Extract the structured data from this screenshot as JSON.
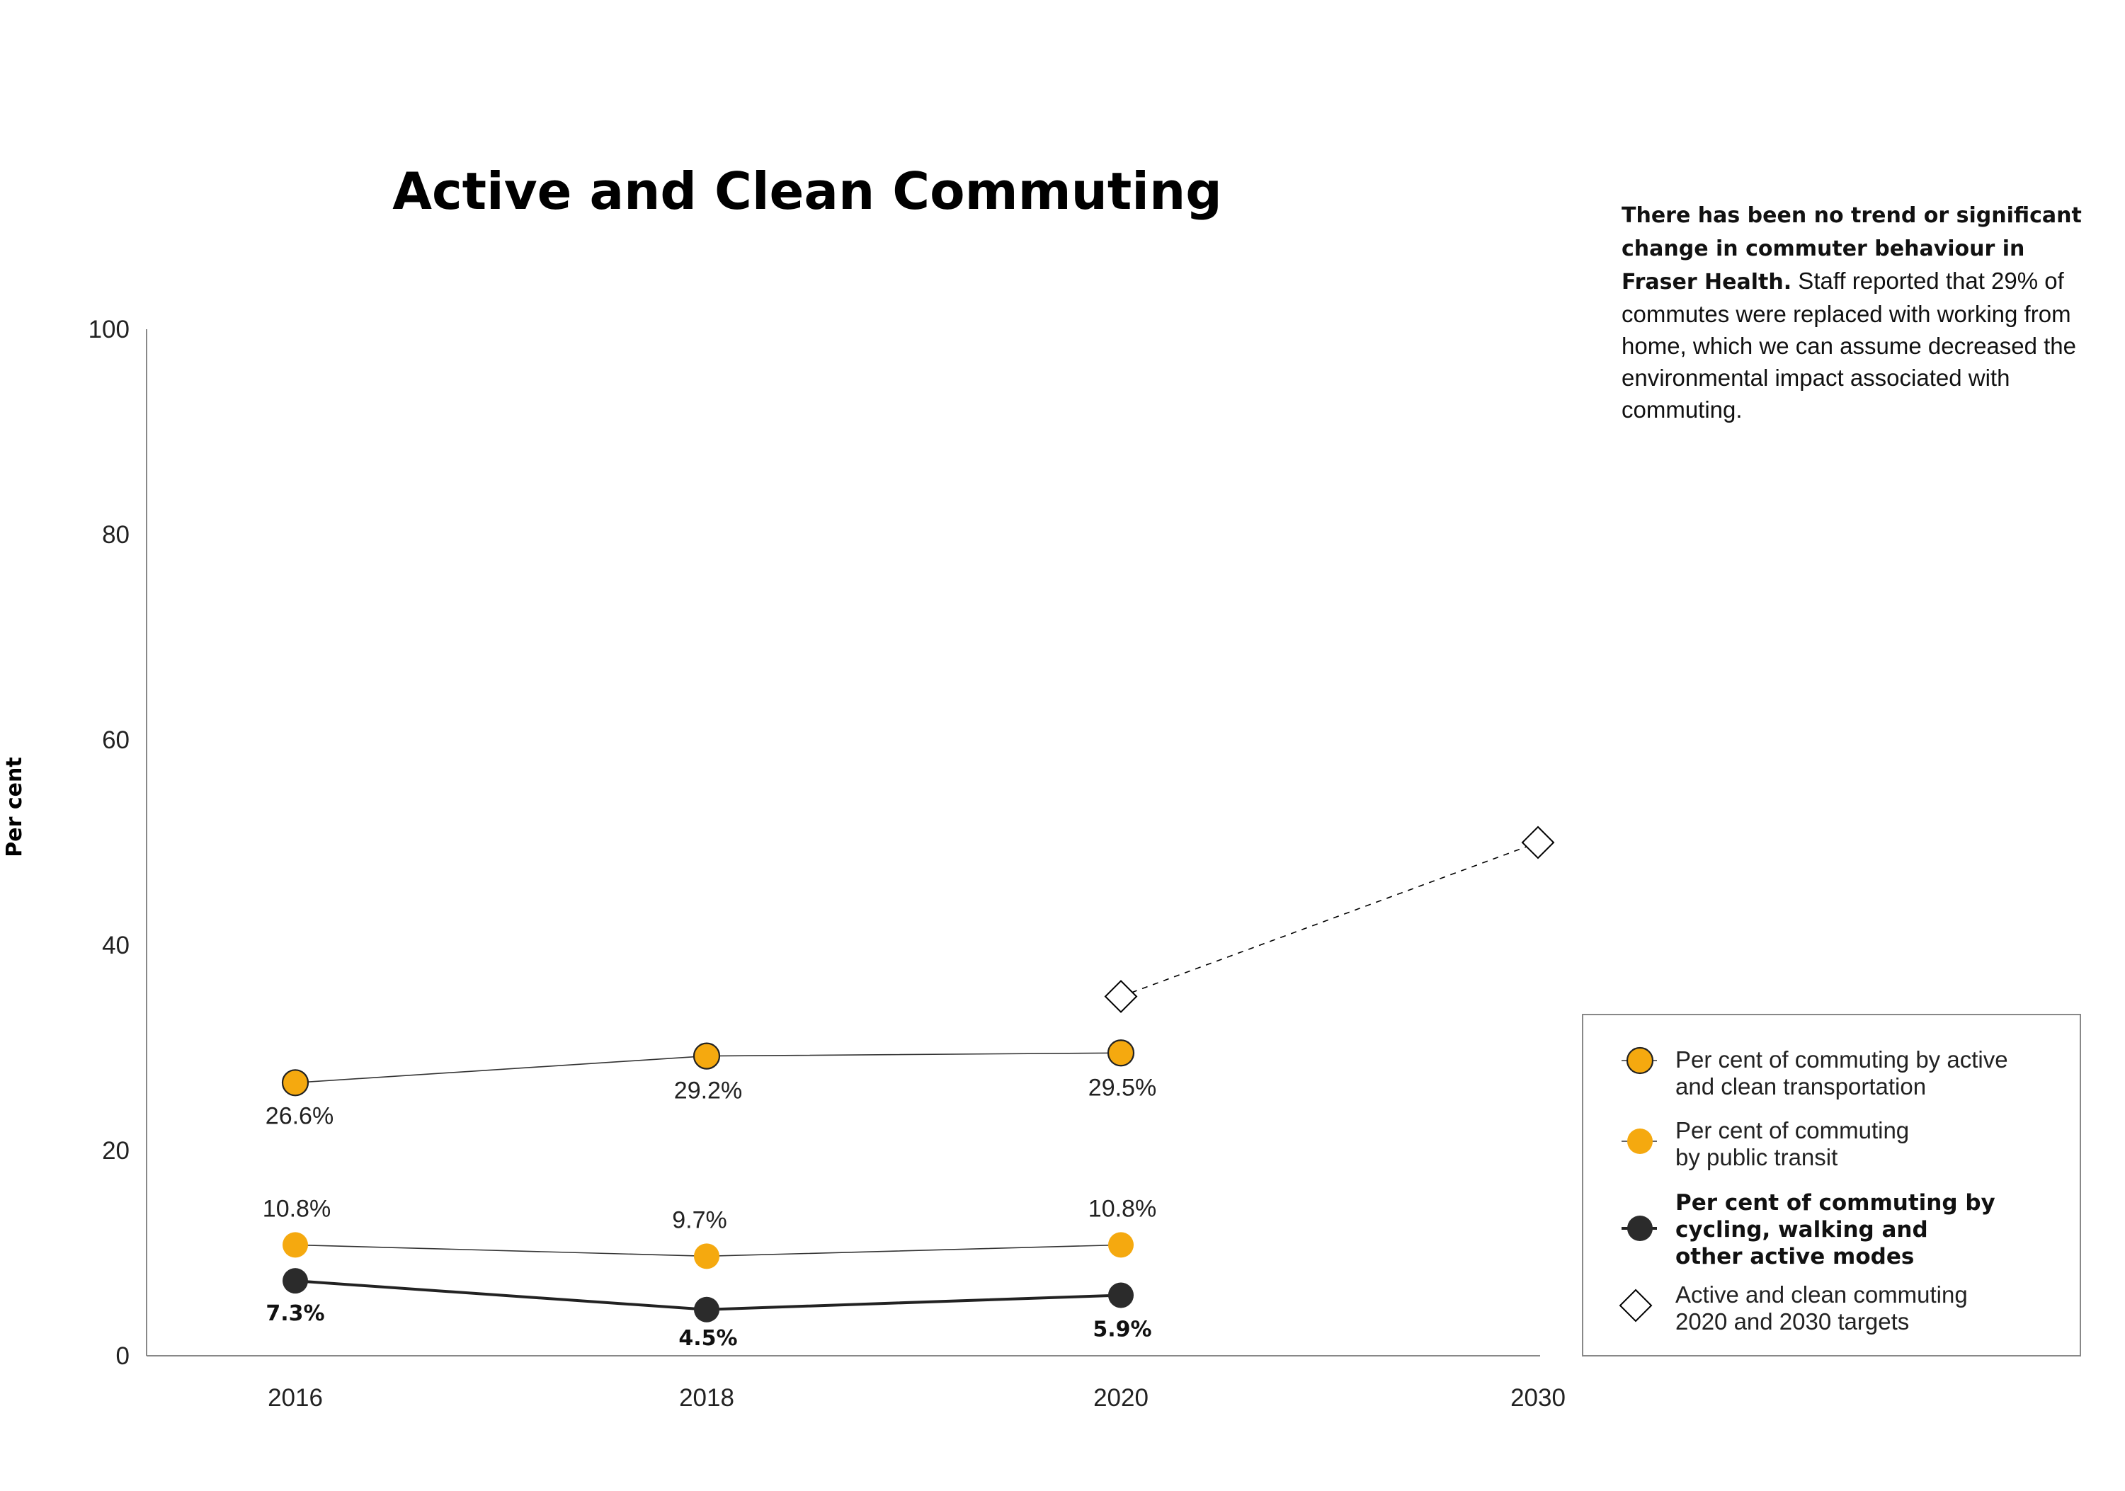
{
  "chart_data": {
    "type": "line",
    "title": "Active and Clean Commuting",
    "ylabel": "Per cent",
    "xlabel": "",
    "ylim": [
      0,
      100
    ],
    "yticks": [
      "0",
      "20",
      "40",
      "60",
      "80",
      "100"
    ],
    "x": [
      "2016",
      "2018",
      "2020",
      "2030"
    ],
    "grid": false,
    "legend_position": "bottom-right",
    "series": [
      {
        "name": "Per cent of commuting by active and clean transportation",
        "legend_lines": [
          "Per cent of commuting by active",
          "and clean transportation"
        ],
        "x": [
          "2016",
          "2018",
          "2020"
        ],
        "values": [
          26.6,
          29.2,
          29.5
        ],
        "labels": [
          "26.6%",
          "29.2%",
          "29.5%"
        ],
        "marker": "circle-outlined",
        "color": "#F5A90F"
      },
      {
        "name": "Per cent of commuting by public transit",
        "legend_lines": [
          "Per cent of commuting",
          "by public transit"
        ],
        "x": [
          "2016",
          "2018",
          "2020"
        ],
        "values": [
          10.8,
          9.7,
          10.8
        ],
        "labels": [
          "10.8%",
          "9.7%",
          "10.8%"
        ],
        "marker": "circle",
        "color": "#F5A90F"
      },
      {
        "name": "Per cent of commuting by cycling, walking and other active modes",
        "legend_lines": [
          "Per cent of commuting by",
          "cycling, walking and",
          "other active modes"
        ],
        "x": [
          "2016",
          "2018",
          "2020"
        ],
        "values": [
          7.3,
          4.5,
          5.9
        ],
        "labels": [
          "7.3%",
          "4.5%",
          "5.9%"
        ],
        "marker": "circle",
        "color": "#2B2B2B"
      },
      {
        "name": "Active and clean commuting 2020 and 2030 targets",
        "legend_lines": [
          "Active and clean commuting",
          "2020 and 2030 targets"
        ],
        "x": [
          "2020",
          "2030"
        ],
        "values": [
          35,
          50
        ],
        "marker": "diamond-open",
        "line_style": "dashed",
        "color": "#000000"
      }
    ],
    "annotation": {
      "bold": "There has been no trend or significant change in commuter behaviour in Fraser Health.",
      "text": " Staff reported that 29% of commutes were replaced with working from home, which we can assume decreased the environmental impact associated with commuting."
    }
  }
}
